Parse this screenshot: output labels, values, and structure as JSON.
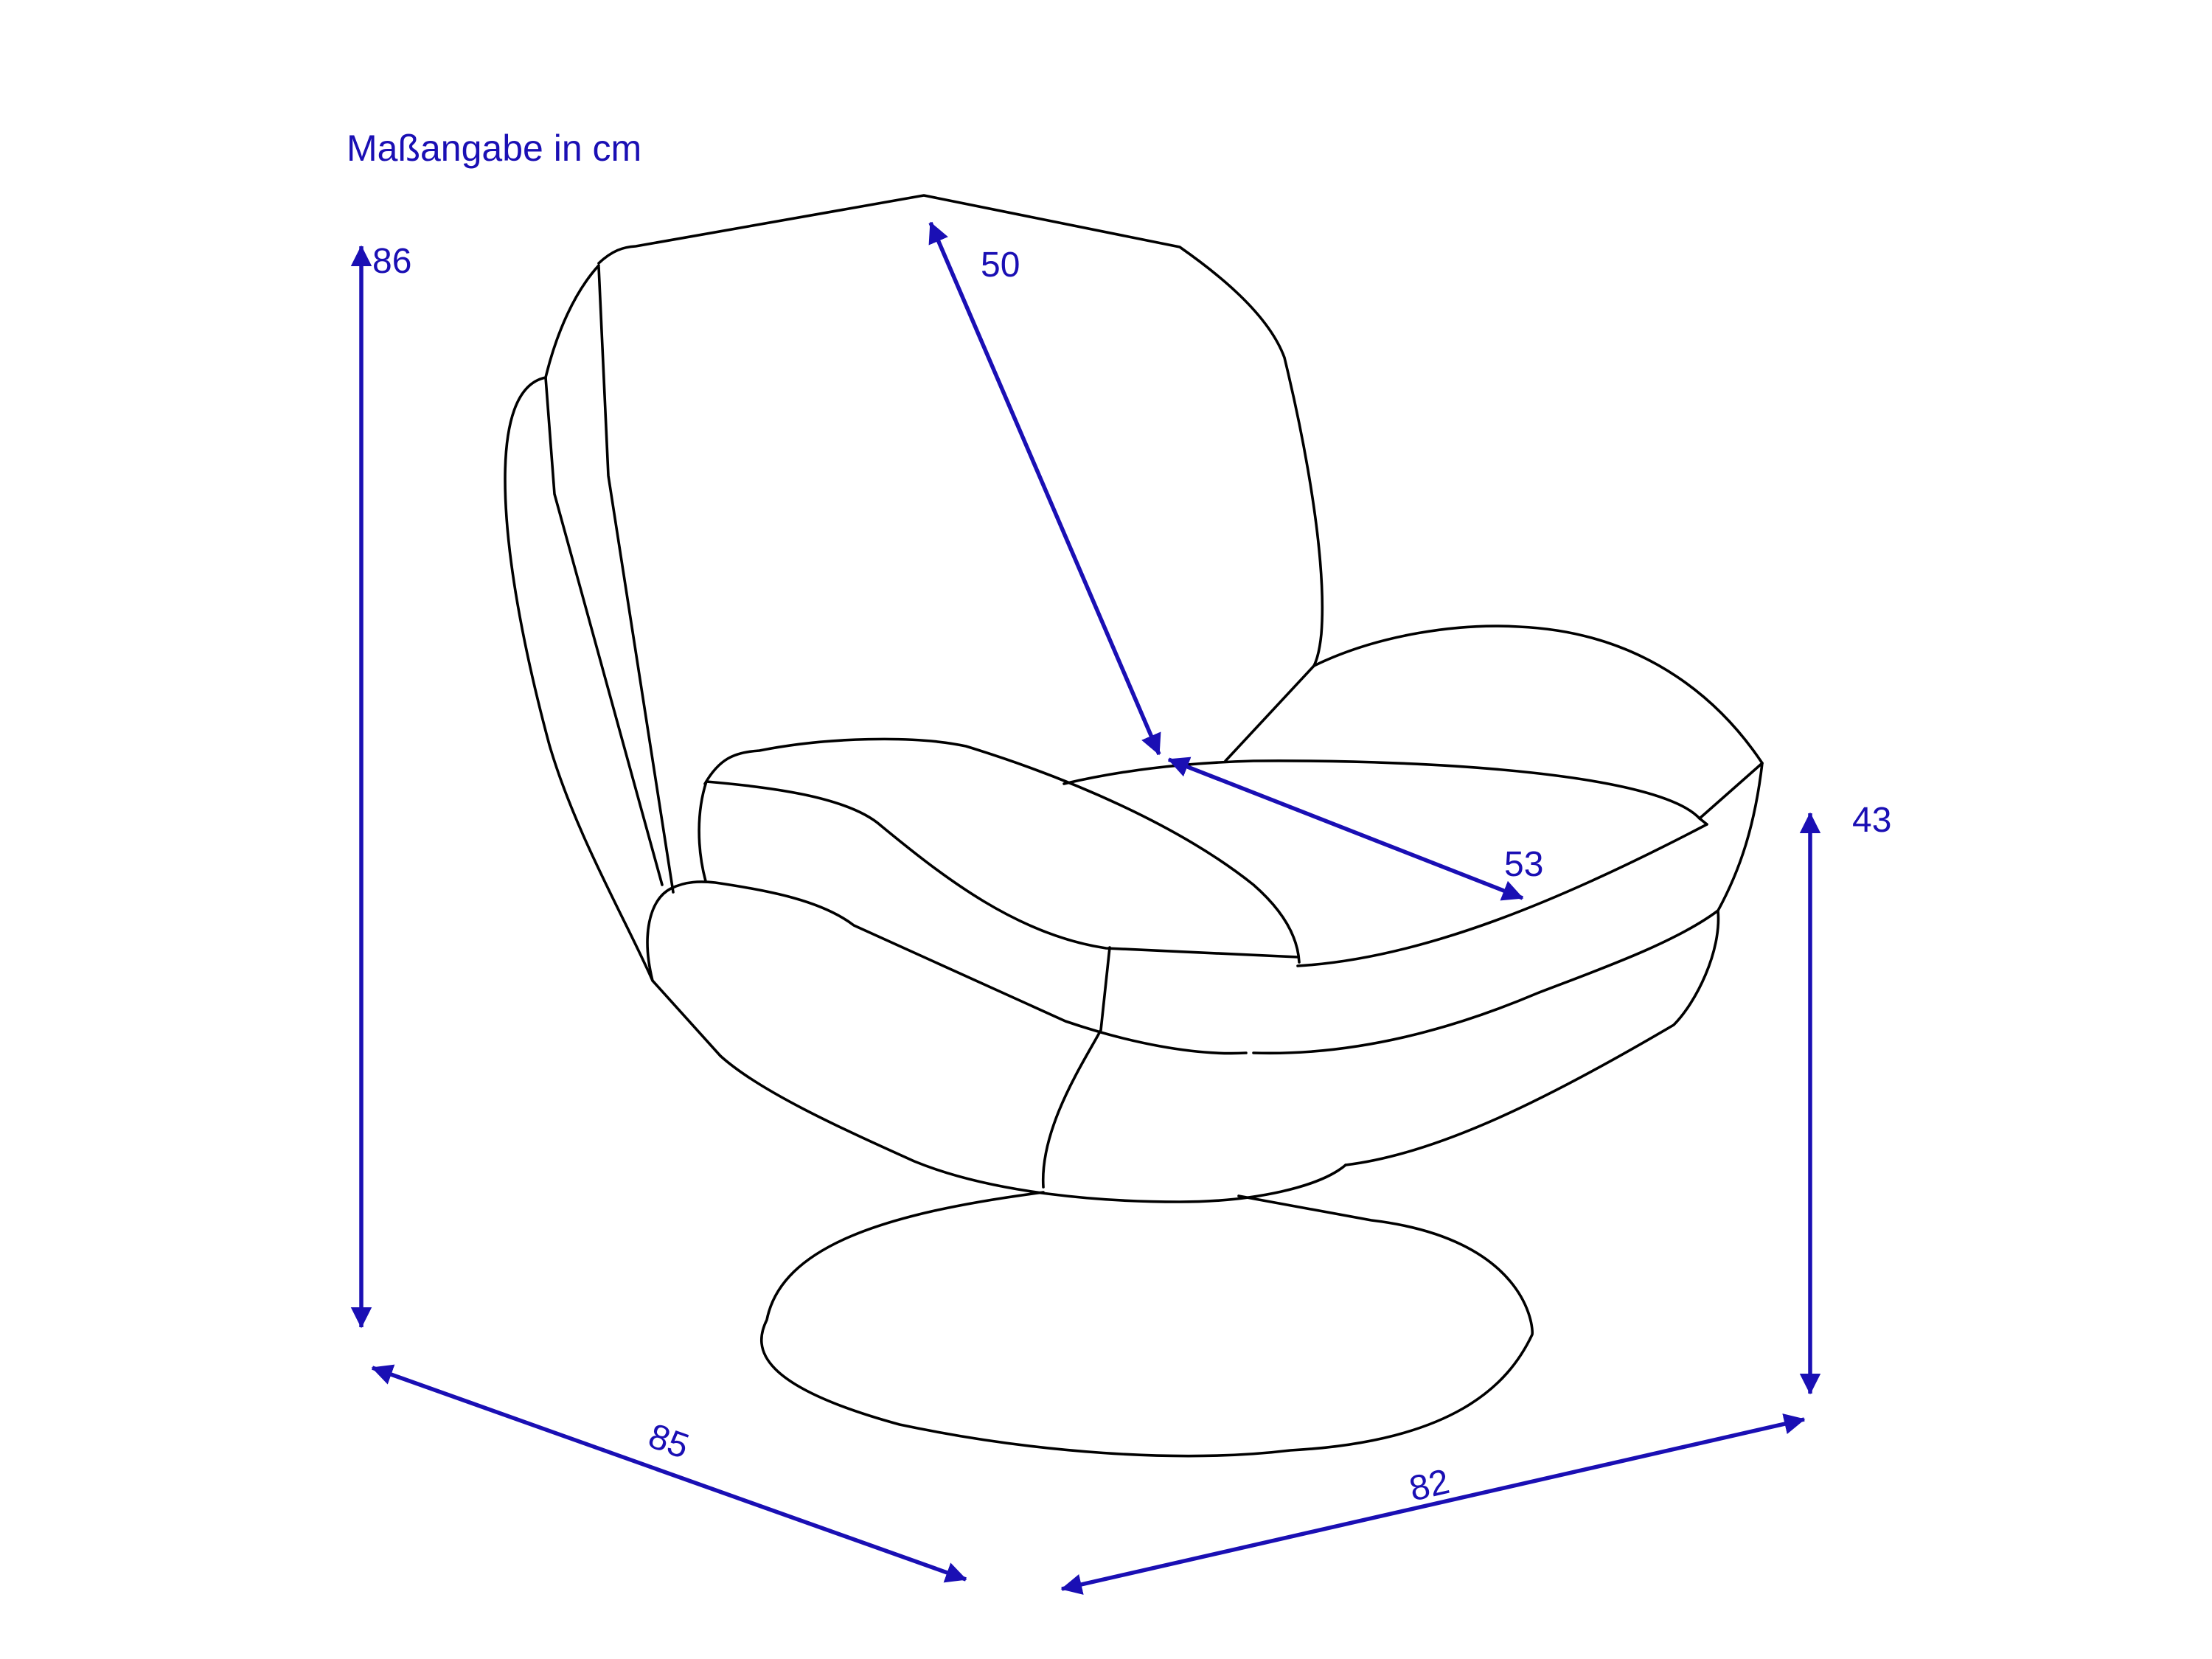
{
  "caption": "Maßangabe in cm",
  "accent_color": "#1a0fb4",
  "outline_color": "#000000",
  "dimensions": {
    "total_height": "86",
    "backrest_height": "50",
    "seat_depth": "53",
    "seat_height": "43",
    "depth": "85",
    "width": "82"
  }
}
